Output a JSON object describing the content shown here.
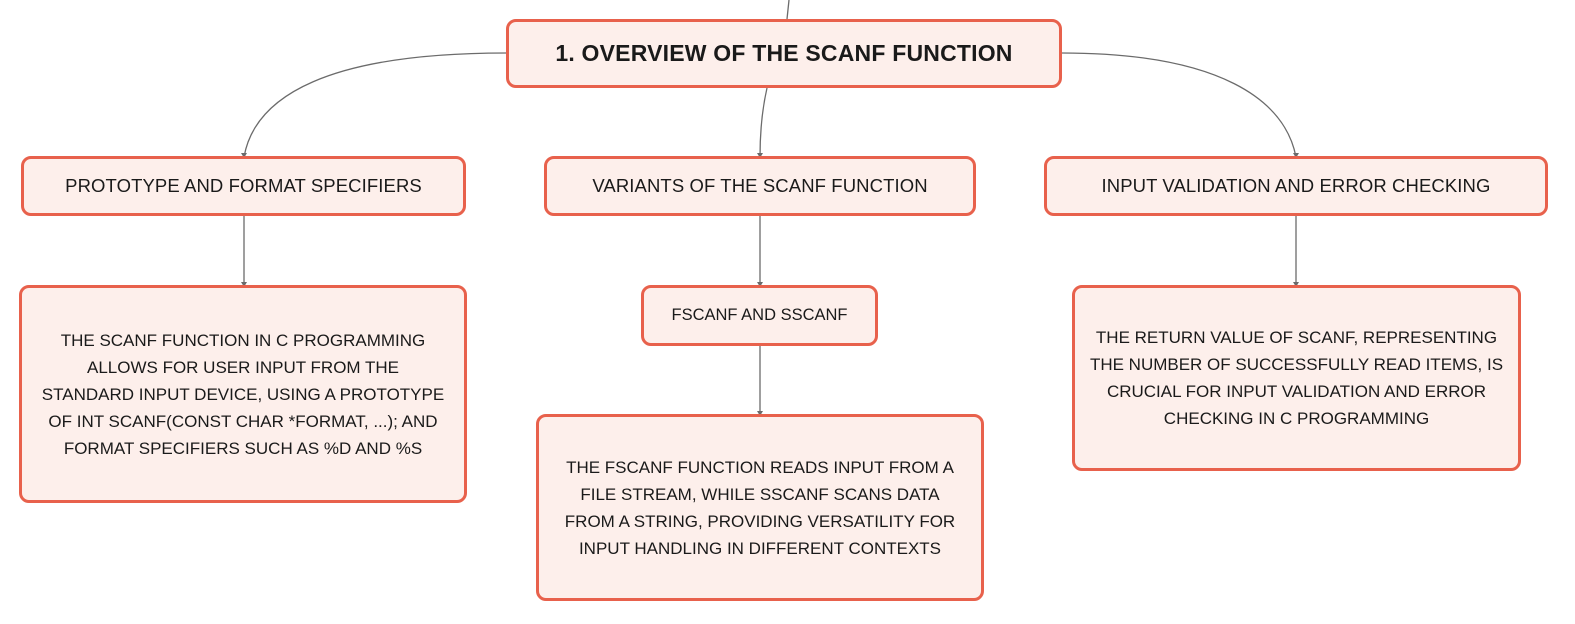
{
  "diagram": {
    "root": {
      "label": "1. OVERVIEW OF THE SCANF FUNCTION"
    },
    "branches": [
      {
        "label": "PROTOTYPE AND FORMAT SPECIFIERS",
        "detail": "THE SCANF FUNCTION IN C PROGRAMMING ALLOWS FOR USER INPUT FROM THE STANDARD INPUT DEVICE, USING A PROTOTYPE OF INT SCANF(CONST CHAR *FORMAT, ...); AND FORMAT SPECIFIERS SUCH AS %D AND %S"
      },
      {
        "label": "VARIANTS OF THE SCANF FUNCTION",
        "subtopic": "FSCANF AND SSCANF",
        "detail": "THE FSCANF FUNCTION READS INPUT FROM A FILE STREAM, WHILE SSCANF SCANS DATA FROM A STRING, PROVIDING VERSATILITY FOR INPUT HANDLING IN DIFFERENT CONTEXTS"
      },
      {
        "label": "INPUT VALIDATION AND ERROR CHECKING",
        "detail": "THE RETURN VALUE OF SCANF, REPRESENTING THE NUMBER OF SUCCESSFULLY READ ITEMS, IS CRUCIAL FOR INPUT VALIDATION AND ERROR CHECKING IN C PROGRAMMING"
      }
    ],
    "colors": {
      "node_fill": "#fdefeb",
      "node_border": "#e8614c",
      "connector": "#6b6b6b",
      "text": "#1a1a1a"
    }
  }
}
